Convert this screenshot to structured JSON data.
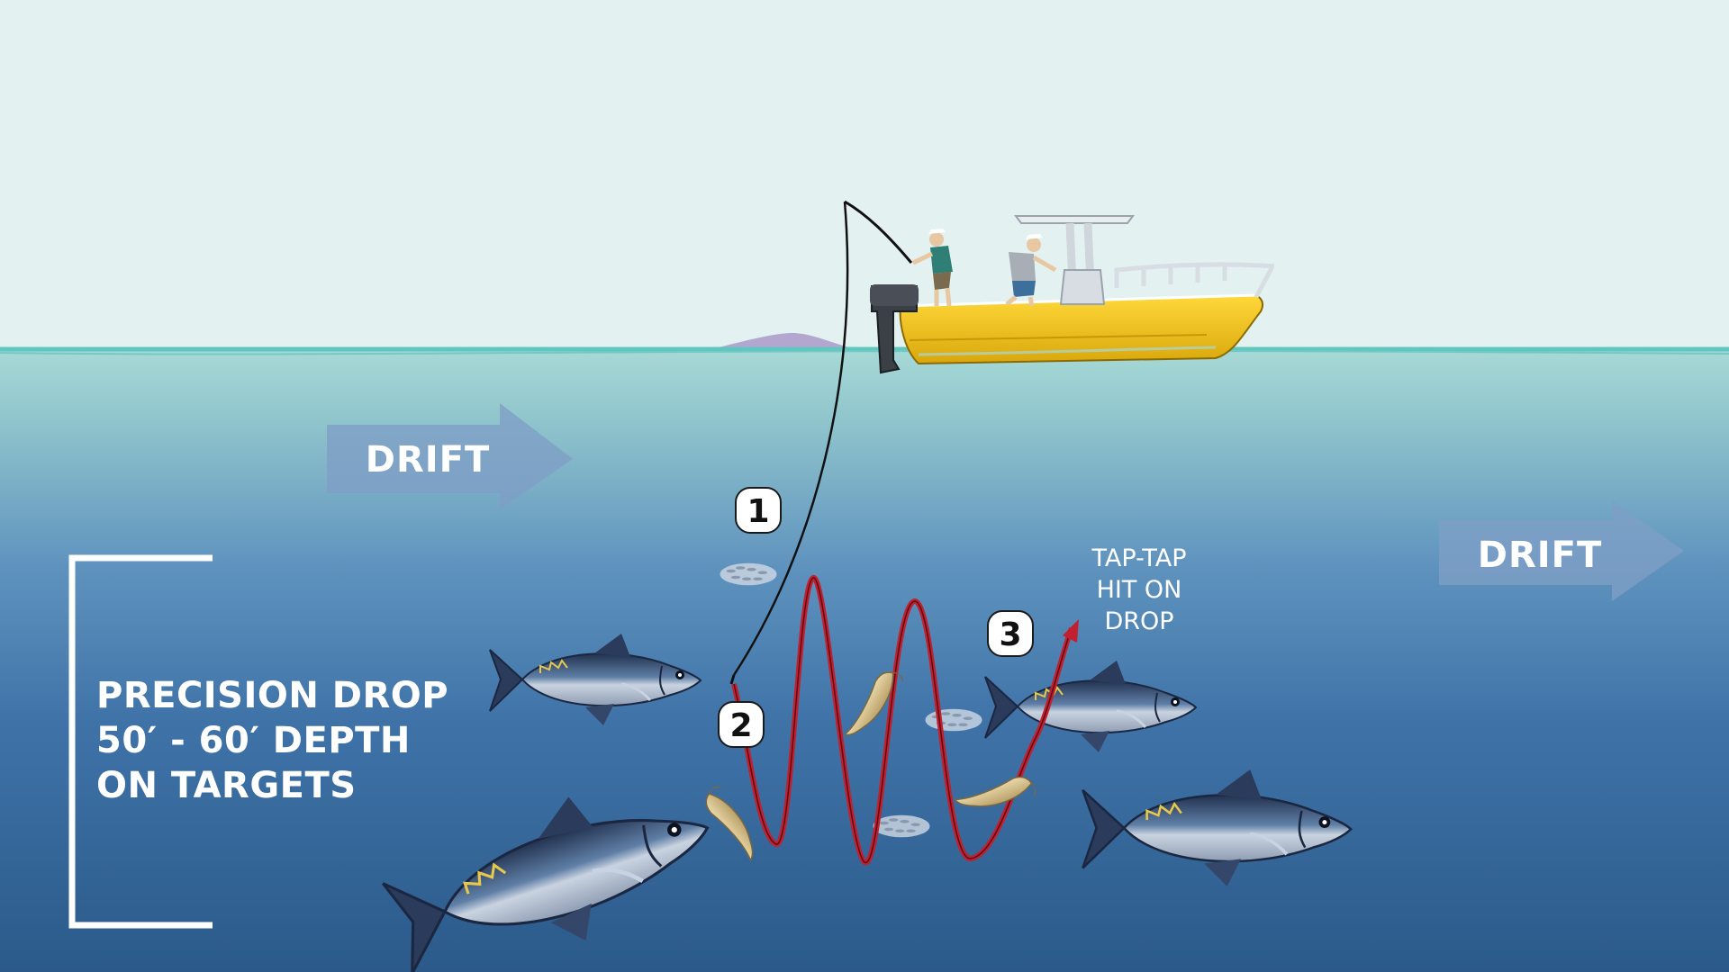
{
  "diagram": {
    "drift_labels": [
      "DRIFT",
      "DRIFT"
    ],
    "step_markers": [
      "1",
      "2",
      "3"
    ],
    "depth_label_lines": [
      "PRECISION DROP",
      "50′ - 60′ DEPTH",
      "ON TARGETS"
    ],
    "hit_label_lines": [
      "TAP-TAP",
      "HIT ON",
      "DROP"
    ]
  },
  "colors": {
    "sky": "#e3f2f1",
    "water_surface": "#9fd6d4",
    "water_deep": "#2c5a8c",
    "drift_arrow": "#7e9fc6",
    "boat_hull": "#f2c418",
    "jig_line": "#c2202f",
    "fishing_line": "#111111"
  }
}
